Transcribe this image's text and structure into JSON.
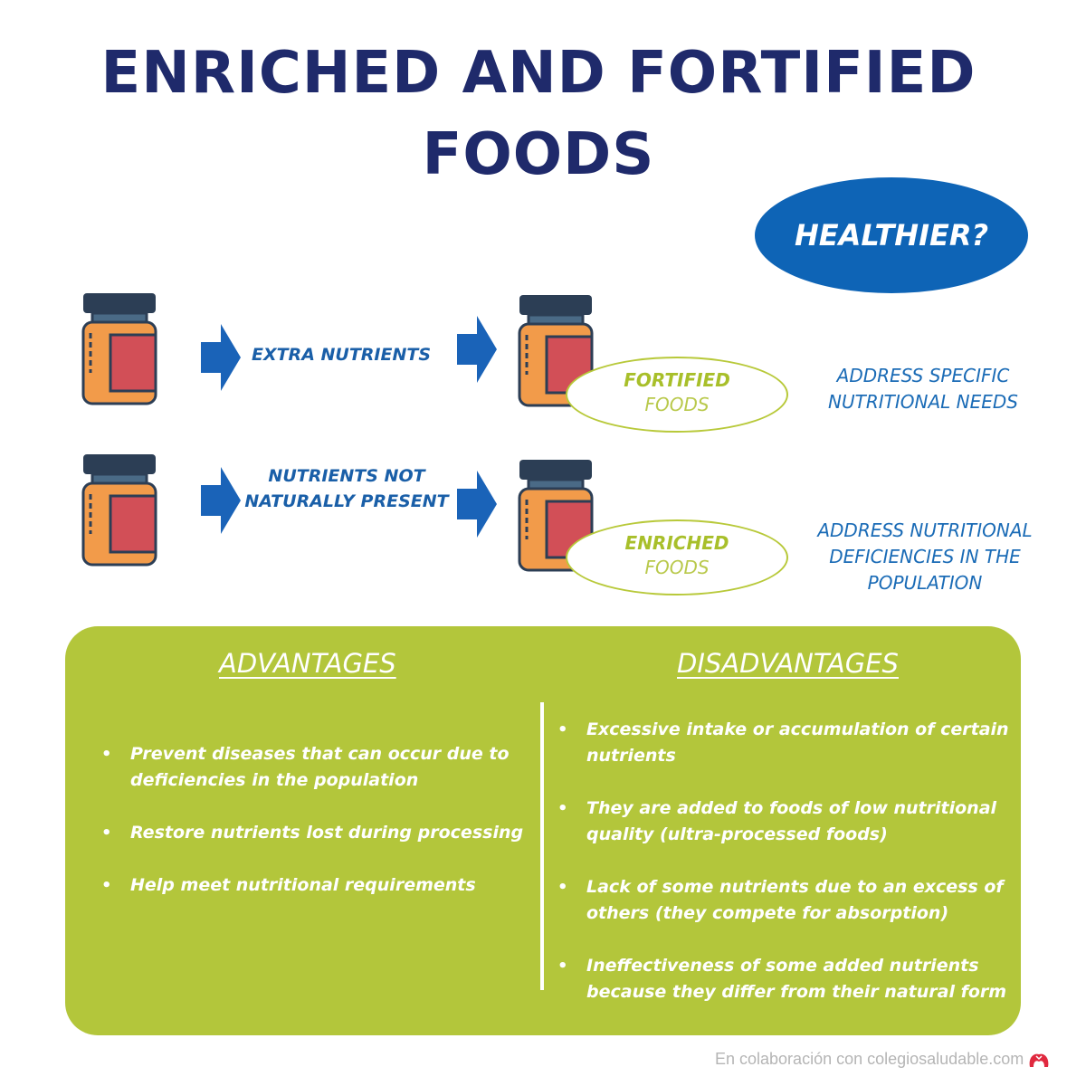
{
  "title": {
    "line1": "ENRICHED AND FORTIFIED",
    "line2": "FOODS"
  },
  "question_badge": "HEALTHIER?",
  "rows": [
    {
      "process_label": "EXTRA NUTRIENTS",
      "result": {
        "type": "FORTIFIED",
        "noun": "FOODS"
      },
      "purpose": [
        "ADDRESS SPECIFIC",
        "NUTRITIONAL NEEDS"
      ]
    },
    {
      "process_label": [
        "NUTRIENTS NOT",
        "NATURALLY PRESENT"
      ],
      "result": {
        "type": "ENRICHED",
        "noun": "FOODS"
      },
      "purpose": [
        "ADDRESS NUTRITIONAL",
        "DEFICIENCIES IN THE",
        "POPULATION"
      ]
    }
  ],
  "advantages": {
    "heading": "ADVANTAGES",
    "items": [
      "Prevent diseases  that can occur due to deficiencies in the population",
      "Restore  nutrients lost during processing",
      "Help meet nutritional requirements"
    ]
  },
  "disadvantages": {
    "heading": "DISADVANTAGES",
    "items": [
      "Excessive intake or accumulation of certain nutrients",
      "They are added to foods of low nutritional quality (ultra-processed foods)",
      "Lack of some nutrients due to an excess of others (they compete for absorption)",
      "Ineffectiveness of some added nutrients because they differ from their natural form"
    ]
  },
  "footer": {
    "credit": "En colaboración con colegiosaludable.com",
    "logo_icon": "apple-logo-icon"
  },
  "colors": {
    "title": "#1f2a6b",
    "badge": "#0e64b6",
    "arrow": "#1a63b8",
    "green": "#b3c63b",
    "jar_body": "#f29b4a",
    "jar_label": "#d24f57",
    "jar_lid": "#2c3e55"
  }
}
